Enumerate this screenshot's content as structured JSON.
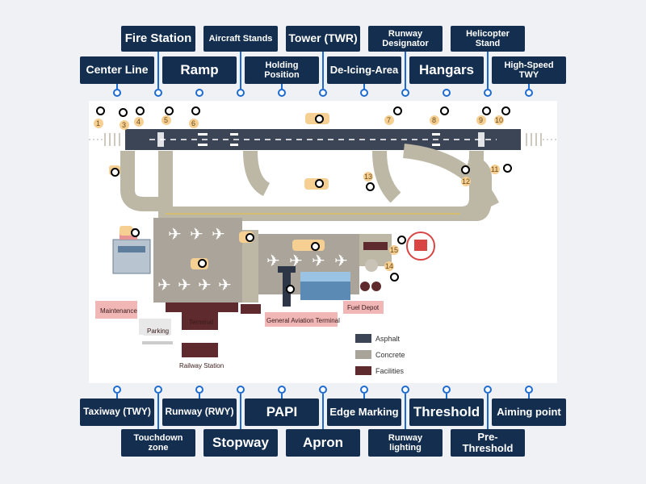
{
  "labels_top": [
    {
      "text": "Fire Station"
    },
    {
      "text": "Aircraft Stands"
    },
    {
      "text": "Tower (TWR)"
    },
    {
      "text": "Runway\nDesignator"
    },
    {
      "text": "Helicopter\nStand"
    },
    {
      "text": "Center Line"
    },
    {
      "text": "Ramp"
    },
    {
      "text": "Holding\nPosition"
    },
    {
      "text": "De-Icing-Area"
    },
    {
      "text": "Hangars"
    },
    {
      "text": "High-Speed\nTWY"
    }
  ],
  "labels_bottom": [
    {
      "text": "Taxiway (TWY)"
    },
    {
      "text": "Runway (RWY)"
    },
    {
      "text": "PAPI"
    },
    {
      "text": "Edge Marking"
    },
    {
      "text": "Threshold"
    },
    {
      "text": "Aiming point"
    },
    {
      "text": "Touchdown\nzone"
    },
    {
      "text": "Stopway"
    },
    {
      "text": "Apron"
    },
    {
      "text": "Runway\nlighting"
    },
    {
      "text": "Pre-Threshold"
    }
  ],
  "map": {
    "numbers": [
      "1",
      "3",
      "4",
      "5",
      "6",
      "7",
      "8",
      "9",
      "10",
      "11",
      "12",
      "13",
      "14",
      "15"
    ],
    "facilities": {
      "maintenance": "Maintenance",
      "parking": "Parking",
      "terminal": "Terminal",
      "railway": "Railway Station",
      "general_aviation": "General Aviation Terminal",
      "fuel_depot": "Fuel Depot"
    },
    "legend": [
      {
        "name": "Asphalt",
        "color": "#3c4556"
      },
      {
        "name": "Concrete",
        "color": "#a9a49a"
      },
      {
        "name": "Facilities",
        "color": "#5e2a2e"
      }
    ]
  },
  "colors": {
    "label_bg": "#132e4f",
    "connector": "#1d6bd0",
    "taxiway": "#bdb7a6",
    "facilities": "#5e2a2e",
    "number_tag": "#f6cf92"
  }
}
